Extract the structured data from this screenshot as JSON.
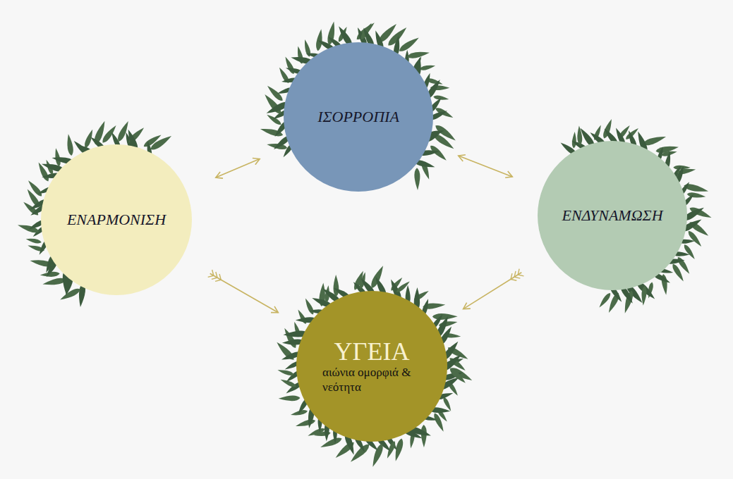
{
  "diagram": {
    "nodes": [
      {
        "text": [
          "ΙΣΟΡΡΟΠΙΑ"
        ]
      },
      {
        "text": [
          "ΕΝΑΡΜΟΝΙΣΗ"
        ]
      },
      {
        "text": [
          "ΕΝΔΥΝΑΜΩΣΗ"
        ]
      },
      {
        "text": [
          "ΥΓΕΙΑ",
          "αιώνια ομορφιά & νεότητα"
        ]
      }
    ],
    "edges": [
      {
        "from": 1,
        "to": 0,
        "arrow": "both"
      },
      {
        "from": 0,
        "to": 2,
        "arrow": "both"
      },
      {
        "from": 1,
        "to": 3,
        "arrow": "to"
      },
      {
        "from": 2,
        "to": 3,
        "arrow": "to"
      }
    ]
  }
}
